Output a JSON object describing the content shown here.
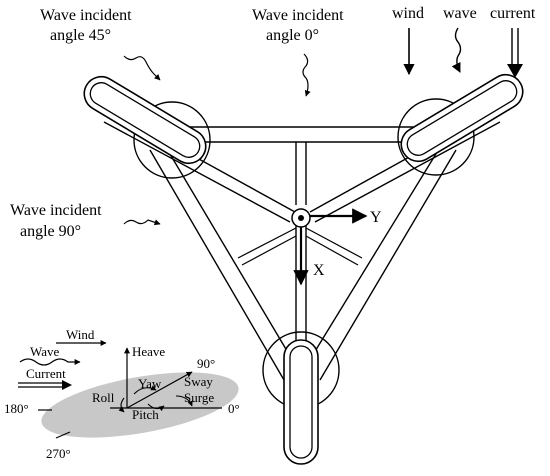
{
  "labels": {
    "wave45_line1": "Wave incident",
    "wave45_line2": "angle 45°",
    "wave0_line1": "Wave incident",
    "wave0_line2": "angle 0°",
    "wave90_line1": "Wave incident",
    "wave90_line2": "angle 90°",
    "wind": "wind",
    "wave": "wave",
    "current": "current",
    "axis_y": "Y",
    "axis_x": "X"
  },
  "legend": {
    "wind": "Wind",
    "wave": "Wave",
    "current": "Current",
    "heave": "Heave",
    "yaw": "Yaw",
    "sway": "Sway",
    "surge": "Surge",
    "roll": "Roll",
    "pitch": "Pitch",
    "angle_90": "90°",
    "angle_180": "180°",
    "angle_0": "0°",
    "angle_270": "270°"
  },
  "colors": {
    "stroke": "#000000",
    "column_fill": "#ffffff",
    "ellipse_fill": "#c8c8c8"
  }
}
